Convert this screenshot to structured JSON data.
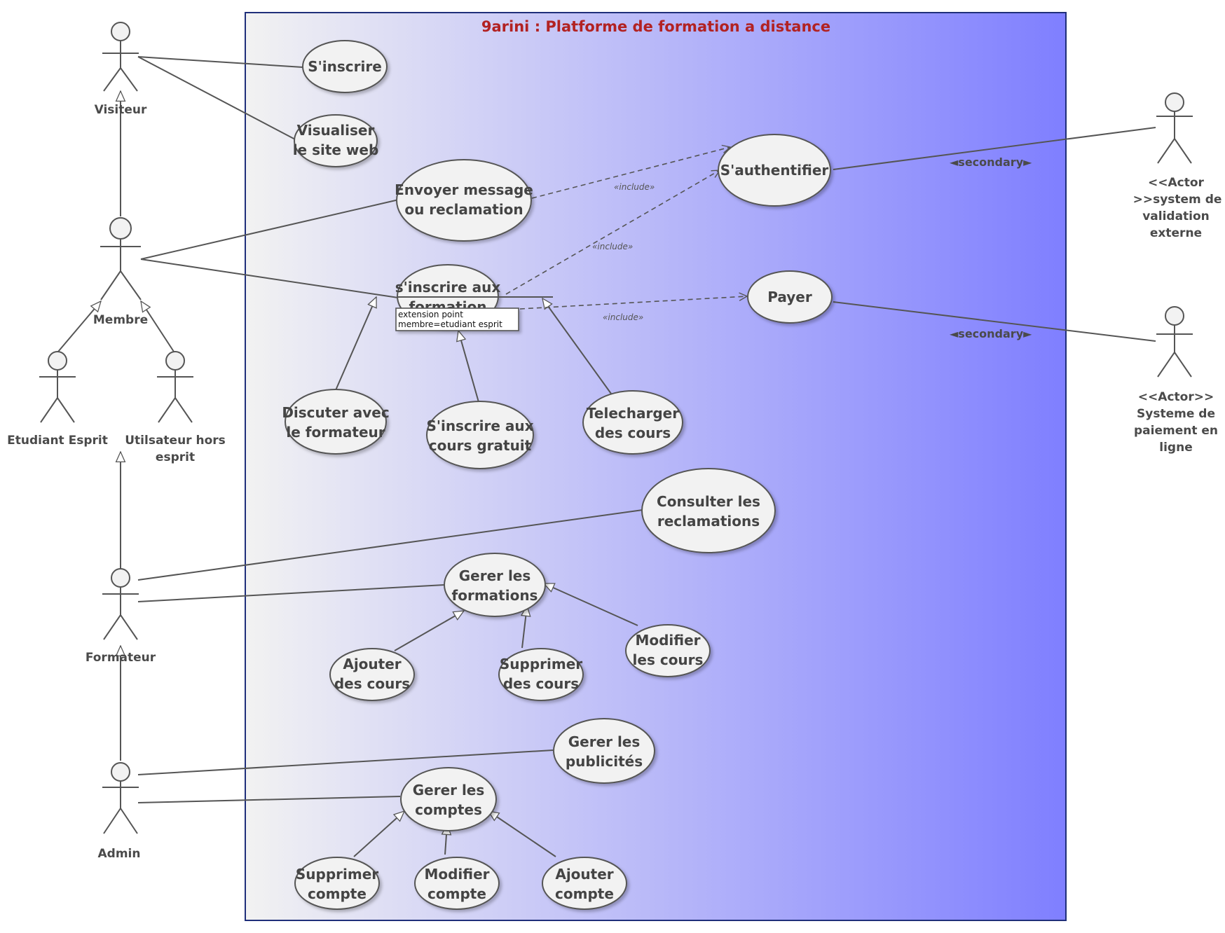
{
  "system": {
    "title": "9arini : Platforme de formation a distance",
    "title_color": "#b22222",
    "gradient_start": "#f2f2f2",
    "gradient_end": "#7f7fff",
    "border_color": "#1f2f7a"
  },
  "actors": {
    "visiteur": "Visiteur",
    "membre": "Membre",
    "etudiant": "Etudiant Esprit",
    "utilisateur_line1": "Utilsateur hors",
    "utilisateur_line2": "esprit",
    "formateur": "Formateur",
    "admin": "Admin",
    "validation_line1": "<<Actor",
    "validation_line2": ">>system de",
    "validation_line3": "validation",
    "validation_line4": "externe",
    "paiement_line1": "<<Actor>>",
    "paiement_line2": "Systeme de",
    "paiement_line3": "paiement en",
    "paiement_line4": "ligne"
  },
  "usecases": {
    "sinscrire": [
      "S'inscrire"
    ],
    "visualiser": [
      "Visualiser",
      "le site web"
    ],
    "envoyer": [
      "Envoyer message",
      "ou reclamation"
    ],
    "authentifier": [
      "S'authentifier"
    ],
    "formations": [
      "s'inscrire aux",
      "formation"
    ],
    "payer": [
      "Payer"
    ],
    "discuter": [
      "Discuter avec",
      "le formateur"
    ],
    "gratuit": [
      "S'inscrire aux",
      "cours gratuit"
    ],
    "telecharger": [
      "Telecharger",
      "des cours"
    ],
    "consulter": [
      "Consulter les",
      "reclamations"
    ],
    "gerer_formations": [
      "Gerer les",
      "formations"
    ],
    "ajouter_cours": [
      "Ajouter",
      "des cours"
    ],
    "supprimer_cours": [
      "Supprimer",
      "des cours"
    ],
    "modifier_cours": [
      "Modifier",
      "les cours"
    ],
    "gerer_publicites": [
      "Gerer les",
      "publicités"
    ],
    "gerer_comptes": [
      "Gerer les",
      "comptes"
    ],
    "supprimer_compte": [
      "Supprimer",
      "compte"
    ],
    "modifier_compte": [
      "Modifier",
      "compte"
    ],
    "ajouter_compte": [
      "Ajouter",
      "compte"
    ]
  },
  "relations": {
    "include": "«include»",
    "secondary": "◄secondary►"
  },
  "extension_point": {
    "line1": "extension point",
    "line2": "membre=etudiant esprit"
  }
}
